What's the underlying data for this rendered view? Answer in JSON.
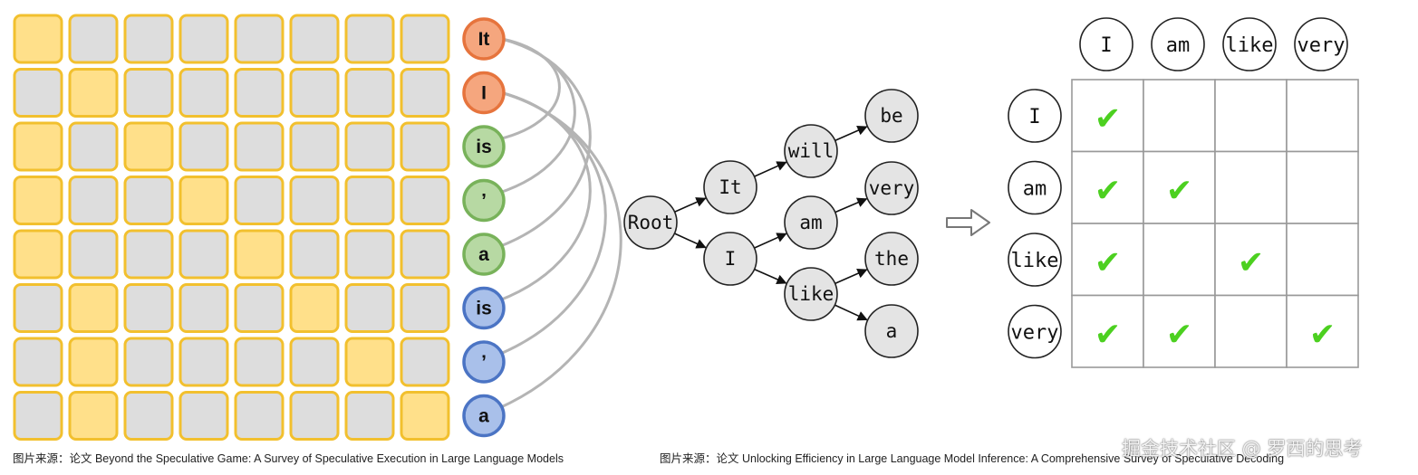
{
  "attention_grid": {
    "rows": 8,
    "cols": 8,
    "highlighted": [
      [
        1,
        0,
        0,
        0,
        0,
        0,
        0,
        0
      ],
      [
        0,
        1,
        0,
        0,
        0,
        0,
        0,
        0
      ],
      [
        1,
        0,
        1,
        0,
        0,
        0,
        0,
        0
      ],
      [
        1,
        0,
        0,
        1,
        0,
        0,
        0,
        0
      ],
      [
        1,
        0,
        0,
        0,
        1,
        0,
        0,
        0
      ],
      [
        0,
        1,
        0,
        0,
        0,
        1,
        0,
        0
      ],
      [
        0,
        1,
        0,
        0,
        0,
        0,
        1,
        0
      ],
      [
        0,
        1,
        0,
        0,
        0,
        0,
        0,
        1
      ]
    ],
    "colors": {
      "highlight": "#FFE08A",
      "normal": "#DDDDDD",
      "border": "#F2C02E"
    }
  },
  "tokens": [
    {
      "label": "It",
      "group": "orange"
    },
    {
      "label": "I",
      "group": "orange"
    },
    {
      "label": "is",
      "group": "green"
    },
    {
      "label": "’",
      "group": "green"
    },
    {
      "label": "a",
      "group": "green"
    },
    {
      "label": "is",
      "group": "blue"
    },
    {
      "label": "’",
      "group": "blue"
    },
    {
      "label": "a",
      "group": "blue"
    }
  ],
  "token_colors": {
    "orange": {
      "fill": "#F5A67E",
      "stroke": "#E6743D"
    },
    "green": {
      "fill": "#B7D9A3",
      "stroke": "#78B25A"
    },
    "blue": {
      "fill": "#A9C0EA",
      "stroke": "#4B74C4"
    }
  },
  "token_links": [
    [
      0,
      2
    ],
    [
      0,
      3
    ],
    [
      0,
      4
    ],
    [
      1,
      5
    ],
    [
      1,
      6
    ],
    [
      1,
      7
    ]
  ],
  "tree": {
    "nodes": [
      {
        "id": "root",
        "label": "Root"
      },
      {
        "id": "it",
        "label": "It"
      },
      {
        "id": "i",
        "label": "I"
      },
      {
        "id": "will",
        "label": "will"
      },
      {
        "id": "am",
        "label": "am"
      },
      {
        "id": "like",
        "label": "like"
      },
      {
        "id": "be",
        "label": "be"
      },
      {
        "id": "very",
        "label": "very"
      },
      {
        "id": "the",
        "label": "the"
      },
      {
        "id": "a",
        "label": "a"
      }
    ],
    "edges": [
      [
        "root",
        "it"
      ],
      [
        "root",
        "i"
      ],
      [
        "it",
        "will"
      ],
      [
        "i",
        "am"
      ],
      [
        "i",
        "like"
      ],
      [
        "will",
        "be"
      ],
      [
        "am",
        "very"
      ],
      [
        "like",
        "the"
      ],
      [
        "like",
        "a"
      ]
    ]
  },
  "matrix": {
    "col_headers": [
      "I",
      "am",
      "like",
      "very"
    ],
    "row_headers": [
      "I",
      "am",
      "like",
      "very"
    ],
    "checks": [
      [
        1,
        0,
        0,
        0
      ],
      [
        1,
        1,
        0,
        0
      ],
      [
        1,
        0,
        1,
        0
      ],
      [
        1,
        1,
        0,
        1
      ]
    ],
    "check_color": "#4CD020"
  },
  "check_glyph": "✔",
  "arrow_icon": "right-arrow-icon",
  "captions": {
    "left": "图片来源：论文 Beyond the Speculative Game: A Survey of Speculative Execution in Large Language Models",
    "right": "图片来源：论文 Unlocking Efficiency in Large Language Model Inference: A Comprehensive Survey of Speculative Decoding"
  },
  "watermark": "掘金技术社区 @ 罗西的思考"
}
